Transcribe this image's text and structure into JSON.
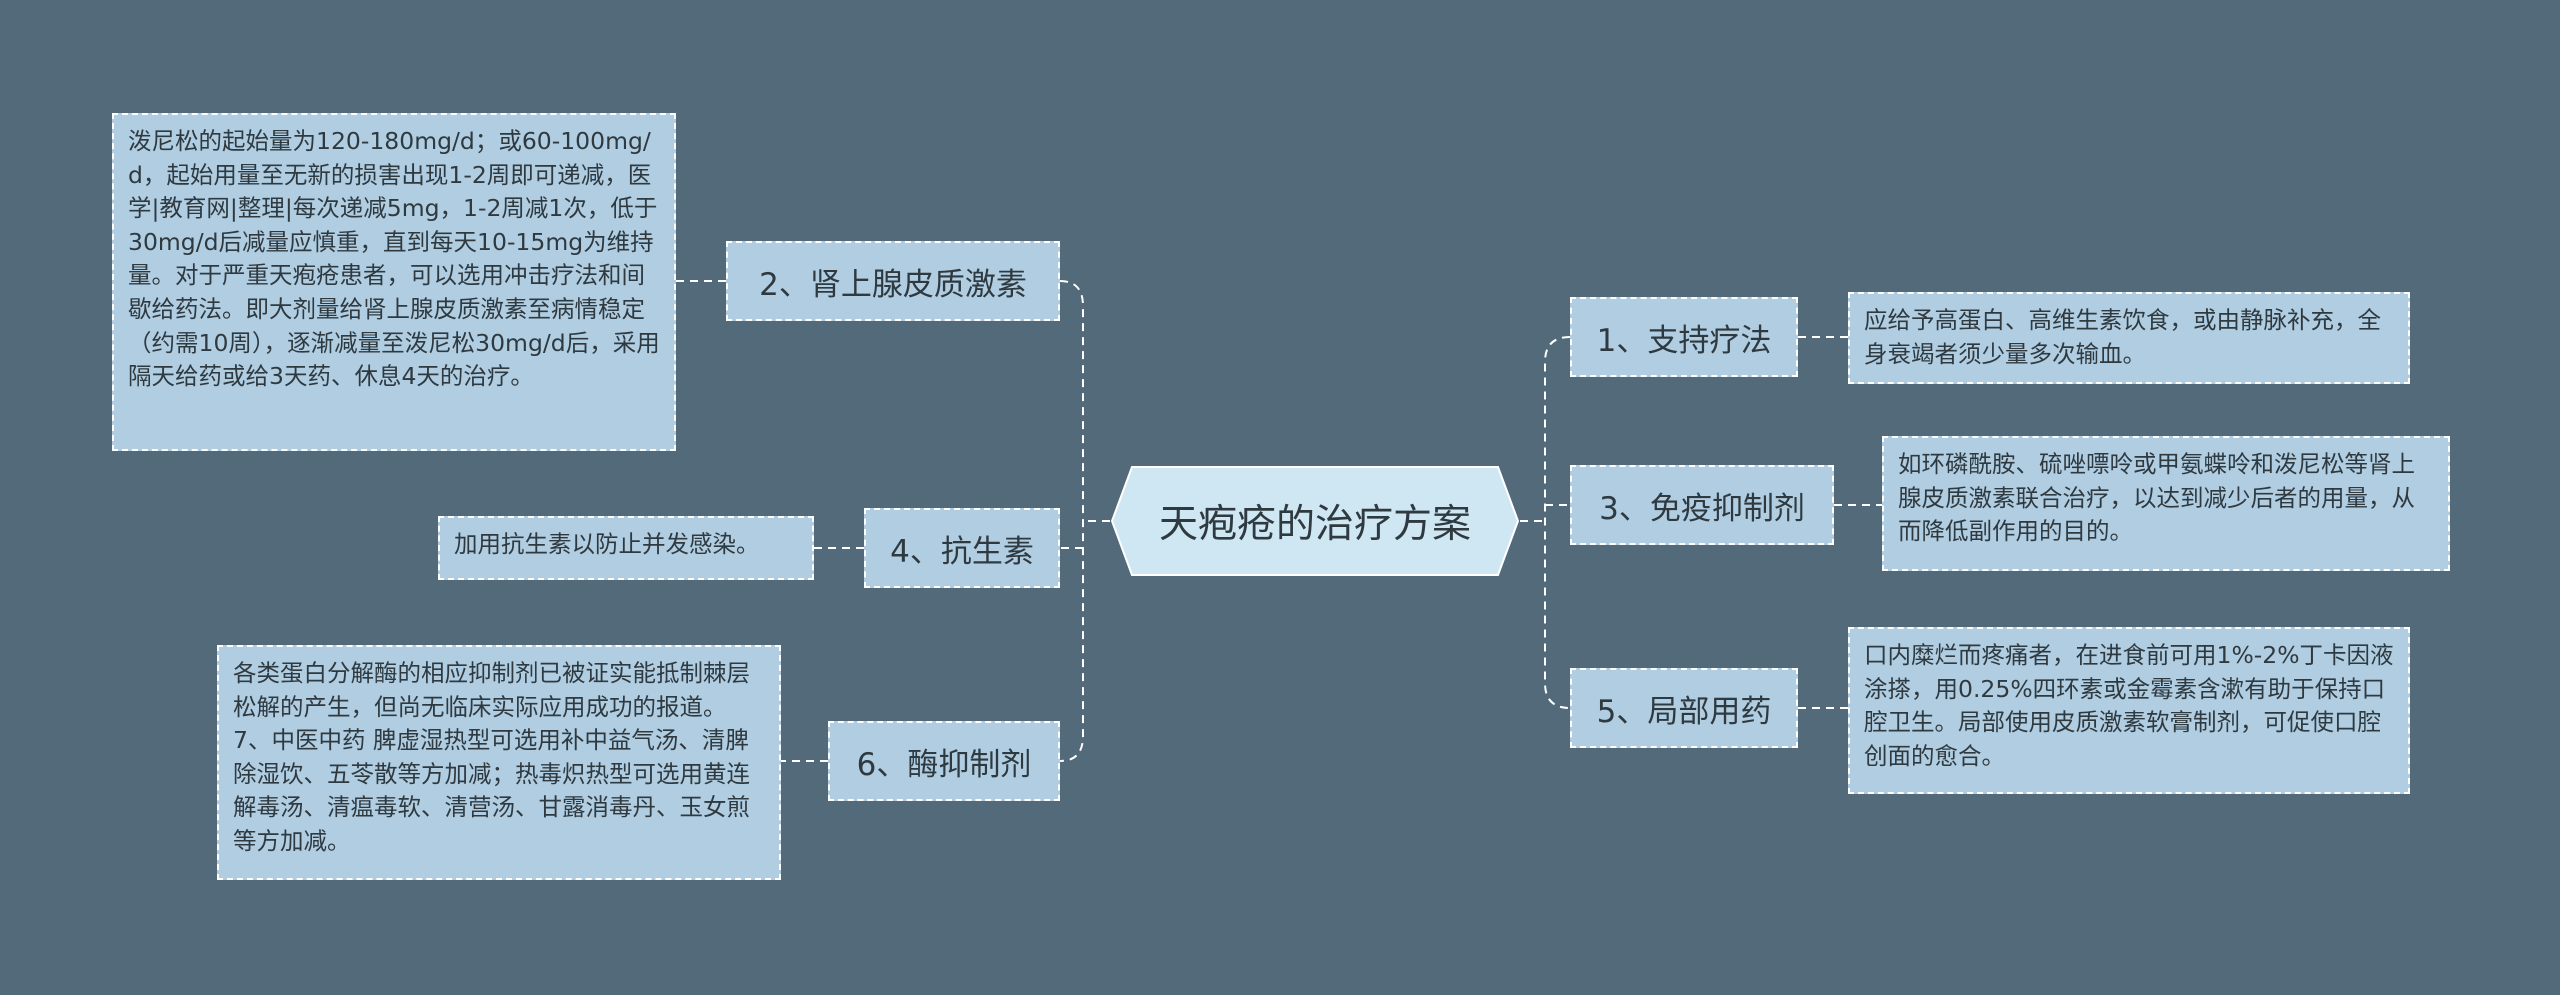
{
  "center": {
    "title": "天疱疮的治疗方案"
  },
  "branches": {
    "b1": {
      "label": "1、支持疗法",
      "detail": "应给予高蛋白、高维生素饮食，或由静脉补充，全身衰竭者须少量多次输血。"
    },
    "b2": {
      "label": "2、肾上腺皮质激素",
      "detail": "泼尼松的起始量为120-180mg/d；或60-100mg/d，起始用量至无新的损害出现1-2周即可递减，医学|教育网|整理|每次递减5mg，1-2周减1次，低于30mg/d后减量应慎重，直到每天10-15mg为维持量。对于严重天疱疮患者，可以选用冲击疗法和间歇给药法。即大剂量给肾上腺皮质激素至病情稳定（约需10周），逐渐减量至泼尼松30mg/d后，采用隔天给药或给3天药、休息4天的治疗。"
    },
    "b3": {
      "label": "3、免疫抑制剂",
      "detail": "如环磷酰胺、硫唑嘌呤或甲氨蝶呤和泼尼松等肾上腺皮质激素联合治疗，以达到减少后者的用量，从而降低副作用的目的。"
    },
    "b4": {
      "label": "4、抗生素",
      "detail": "加用抗生素以防止并发感染。"
    },
    "b5": {
      "label": "5、局部用药",
      "detail": "口内糜烂而疼痛者，在进食前可用1%-2%丁卡因液涂搽，用0.25%四环素或金霉素含漱有助于保持口腔卫生。局部使用皮质激素软膏制剂，可促使口腔创面的愈合。"
    },
    "b6": {
      "label": "6、酶抑制剂",
      "detail": "各类蛋白分解酶的相应抑制剂已被证实能抵制棘层松解的产生，但尚无临床实际应用成功的报道。 7、中医中药 脾虚湿热型可选用补中益气汤、清脾除湿饮、五苓散等方加减；热毒炽热型可选用黄连解毒汤、清瘟毒软、清营汤、甘露消毒丹、玉女煎等方加减。"
    }
  },
  "colors": {
    "background": "#526a79",
    "node_fill": "#b0cde2",
    "center_fill": "#cfe6f3",
    "border": "#ffffff",
    "text": "#2f3a40"
  }
}
